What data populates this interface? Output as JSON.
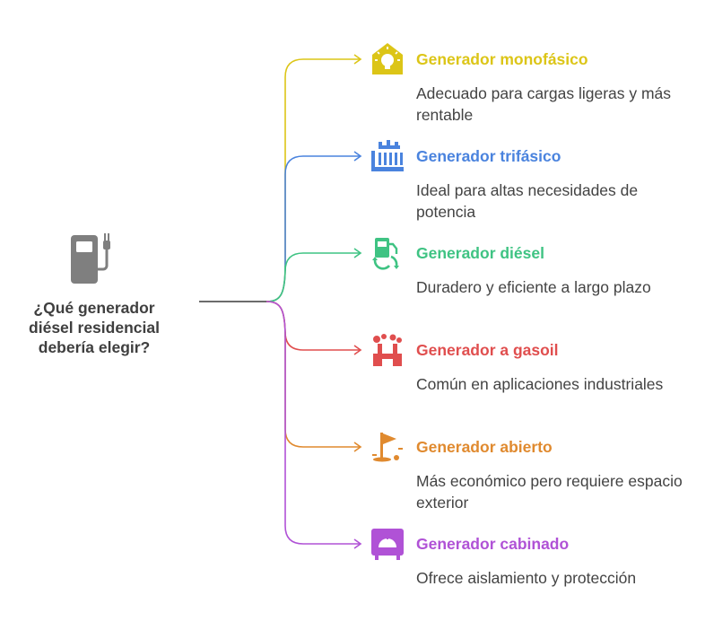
{
  "root": {
    "title": "¿Qué generador\ndiésel residencial\ndebería elegir?",
    "icon": "fuel-pump-plug-icon",
    "color": "#7f7f7f"
  },
  "branches": [
    {
      "title": "Generador monofásico",
      "description": "Adecuado para cargas ligeras y más rentable",
      "color": "#dcc517",
      "icon": "house-lightbulb-icon"
    },
    {
      "title": "Generador trifásico",
      "description": "Ideal para altas necesidades de potencia",
      "color": "#4a83de",
      "icon": "industrial-building-icon"
    },
    {
      "title": "Generador diésel",
      "description": "Duradero y eficiente a largo plazo",
      "color": "#3fc383",
      "icon": "fuel-pump-recycle-icon"
    },
    {
      "title": "Generador a gasoil",
      "description": "Común en aplicaciones industriales",
      "color": "#e04e4e",
      "icon": "factory-smoke-icon"
    },
    {
      "title": "Generador abierto",
      "description": "Más económico pero requiere espacio exterior",
      "color": "#e08a2f",
      "icon": "golf-flag-icon"
    },
    {
      "title": "Generador cabinado",
      "description": "Ofrece aislamiento y protección",
      "color": "#b052d6",
      "icon": "enclosed-cabinet-icon"
    }
  ]
}
